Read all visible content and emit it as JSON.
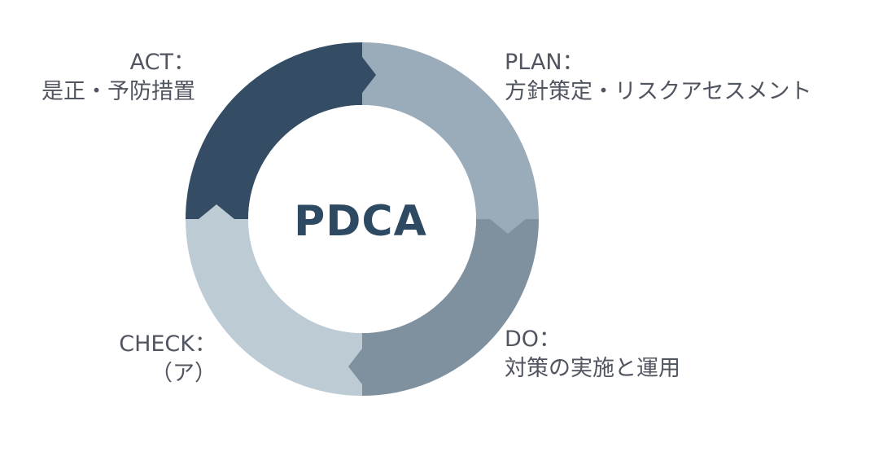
{
  "diagram": {
    "center_label": "PDCA",
    "segments": [
      {
        "id": "plan",
        "title": "PLAN：",
        "description": "方針策定・リスクアセスメント",
        "color": "#9aabba"
      },
      {
        "id": "do",
        "title": "DO：",
        "description": "対策の実施と運用",
        "color": "#7f909f"
      },
      {
        "id": "check",
        "title": "CHECK：",
        "description": "（ア）",
        "color": "#bccbd4"
      },
      {
        "id": "act",
        "title": "ACT：",
        "description": "是正・予防措置",
        "color": "#344d64"
      }
    ],
    "text_color": "#505560",
    "center_color": "#2e4a62"
  }
}
